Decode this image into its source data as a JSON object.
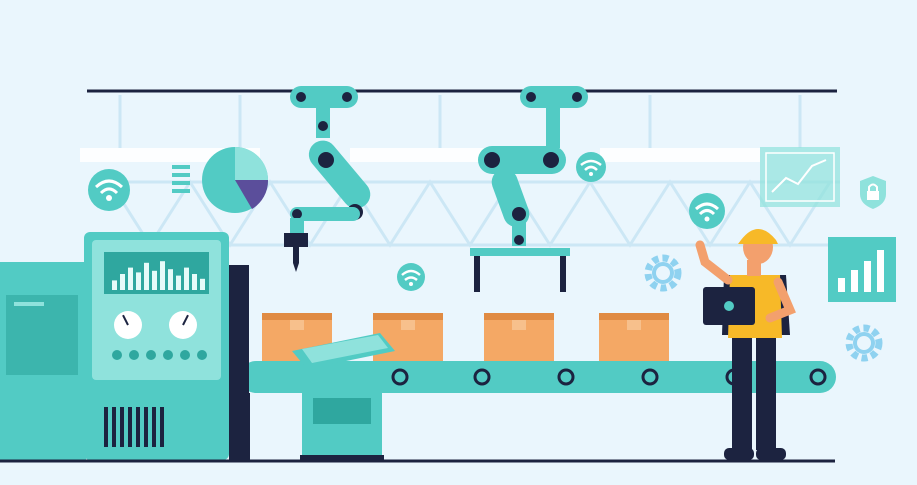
{
  "scene": {
    "subject": "smart-factory-assembly-line",
    "elements": [
      "overhead-rail",
      "robotic-arm-drill",
      "robotic-arm-gripper",
      "conveyor-belt",
      "cardboard-box",
      "control-machine",
      "touch-panel-kiosk",
      "engineer-with-laptop",
      "wifi-icon",
      "pie-chart-icon",
      "line-chart-icon",
      "bar-chart-icon",
      "shield-lock-icon",
      "gear-icon"
    ]
  },
  "colors": {
    "background": "#eaf6fd",
    "teal": "#52cbc4",
    "teal_dark": "#2fa79f",
    "teal_light": "#8fe2dc",
    "navy": "#1c2340",
    "box": "#f4a865",
    "box_dark": "#e08b43",
    "helmet": "#f7b928",
    "vest": "#f7b928",
    "skin": "#f3a06d",
    "icon_pale": "#c5e6f7"
  },
  "machine": {
    "equalizer_bars": [
      0.3,
      0.5,
      0.7,
      0.55,
      0.85,
      0.6,
      0.9,
      0.65,
      0.45,
      0.7,
      0.5,
      0.35
    ],
    "gauge_levels": [
      0.35,
      0.65
    ]
  },
  "pie_chart": {
    "slices": [
      0.62,
      0.2,
      0.18
    ]
  },
  "bar_chart": {
    "values": [
      0.3,
      0.5,
      0.7,
      0.9
    ]
  }
}
